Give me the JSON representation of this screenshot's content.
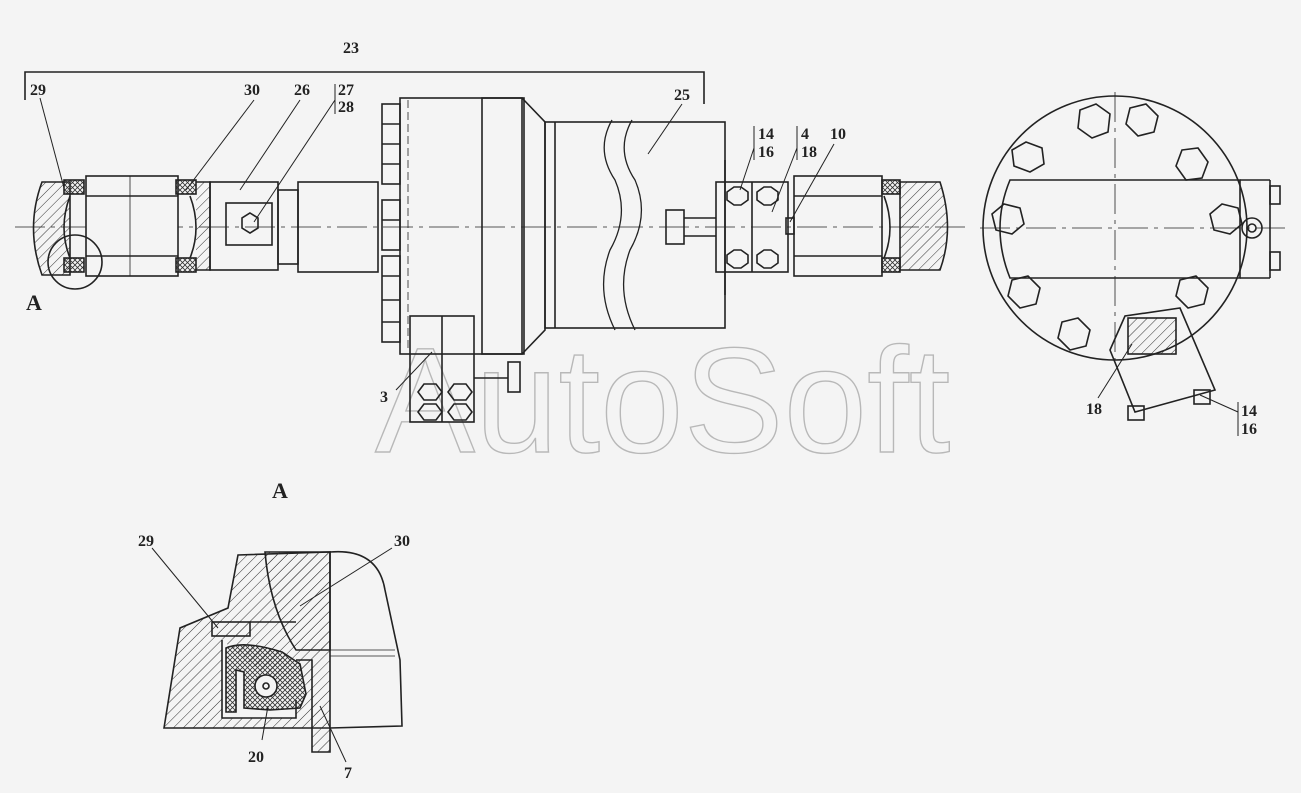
{
  "watermark": "AutoSoft",
  "detail_view_label": "A",
  "labels": {
    "n23": "23",
    "n29": "29",
    "n30": "30",
    "n26": "26",
    "n27": "27",
    "n28": "28",
    "n25": "25",
    "n14": "14",
    "n16": "16",
    "n4": "4",
    "n18": "18",
    "n10": "10",
    "n3": "3",
    "A": "A",
    "r18": "18",
    "r14": "14",
    "r16": "16",
    "d29": "29",
    "d30": "30",
    "d20": "20",
    "d7": "7"
  }
}
